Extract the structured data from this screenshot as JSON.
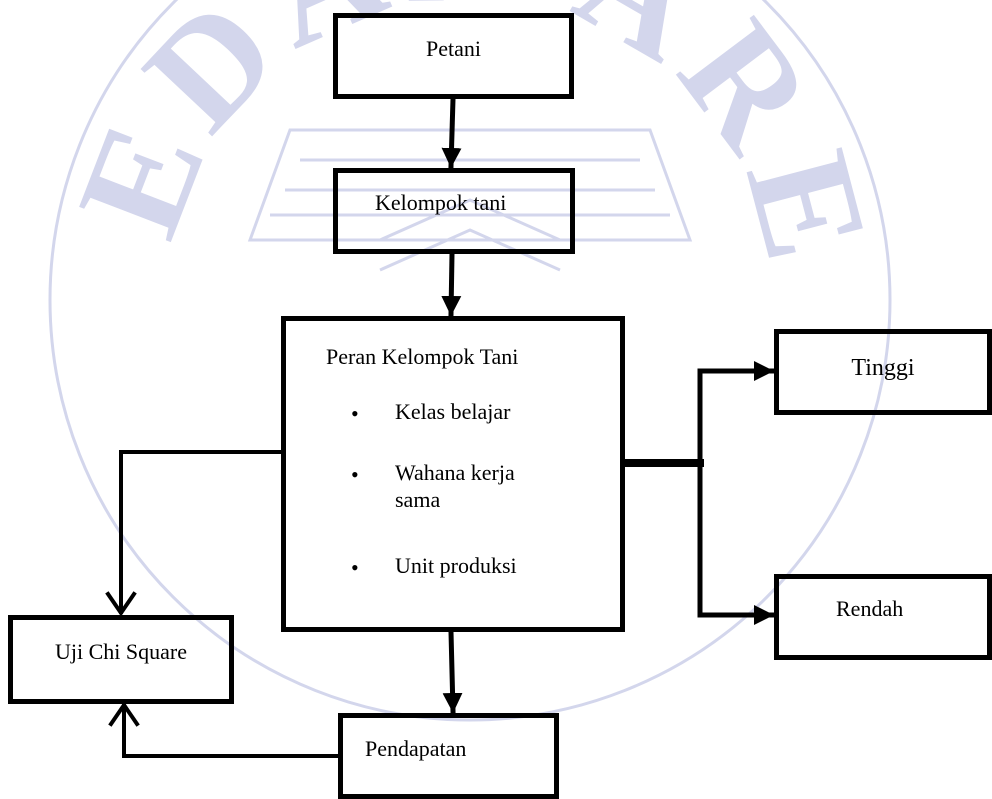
{
  "diagram": {
    "nodes": {
      "petani": "Petani",
      "kelompok_tani": "Kelompok tani",
      "peran_kelompok_tani": {
        "title": "Peran Kelompok Tani",
        "roles": [
          "Kelas belajar",
          "Wahana kerja sama",
          "Unit produksi"
        ]
      },
      "tinggi": "Tinggi",
      "rendah": "Rendah",
      "uji_chi_square": "Uji Chi Square",
      "pendapatan": "Pendapatan"
    },
    "edges": [
      {
        "from": "Petani",
        "to": "Kelompok tani"
      },
      {
        "from": "Kelompok tani",
        "to": "Peran Kelompok Tani"
      },
      {
        "from": "Peran Kelompok Tani",
        "to": "Tinggi"
      },
      {
        "from": "Peran Kelompok Tani",
        "to": "Rendah"
      },
      {
        "from": "Peran Kelompok Tani",
        "to": "Uji Chi Square"
      },
      {
        "from": "Peran Kelompok Tani",
        "to": "Pendapatan"
      },
      {
        "from": "Pendapatan",
        "to": "Uji Chi Square"
      }
    ],
    "watermark": {
      "text": "MEDAN AREA",
      "color": "#c9cde8"
    }
  }
}
